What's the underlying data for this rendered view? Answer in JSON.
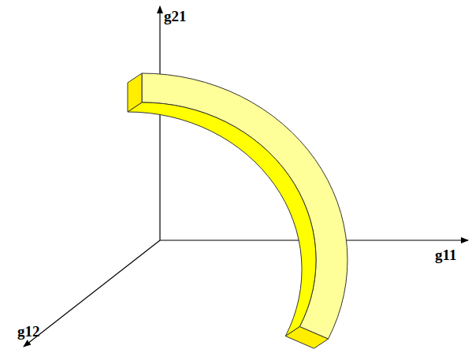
{
  "diagram": {
    "labels": [
      "g21",
      "g11",
      "g12"
    ]
  }
}
